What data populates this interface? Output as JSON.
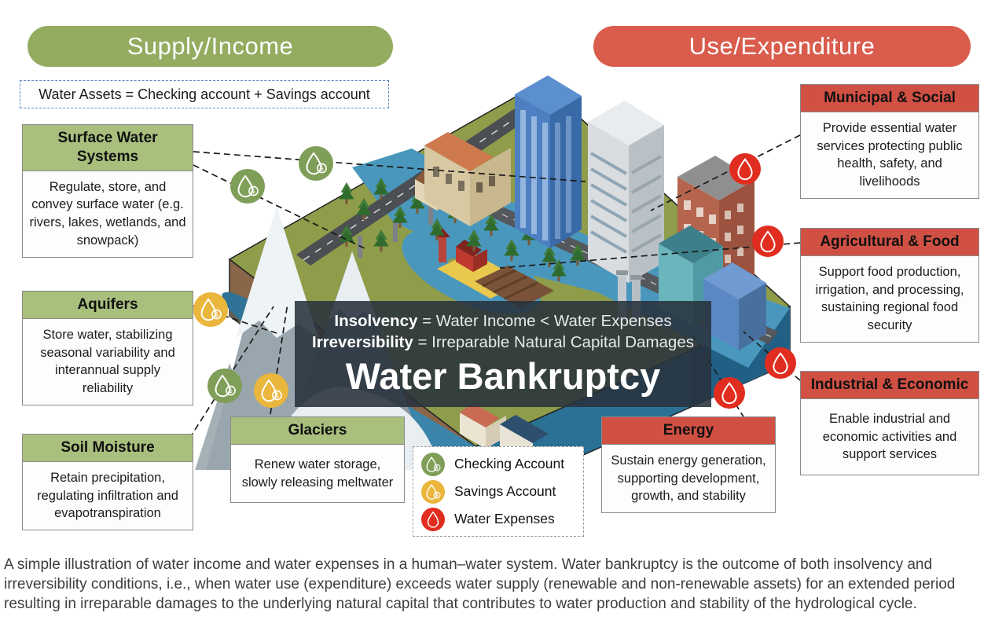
{
  "pills": {
    "supply": "Supply/Income",
    "use": "Use/Expenditure"
  },
  "assets_note": "Water Assets = Checking account + Savings account",
  "supply_boxes": [
    {
      "title": "Surface Water Systems",
      "body": "Regulate, store, and convey surface water (e.g. rivers, lakes, wetlands, and snowpack)"
    },
    {
      "title": "Aquifers",
      "body": "Store water, stabilizing seasonal variability and interannual supply reliability"
    },
    {
      "title": "Soil Moisture",
      "body": "Retain precipitation, regulating infiltration and evapotranspiration"
    },
    {
      "title": "Glaciers",
      "body": "Renew water storage, slowly releasing meltwater"
    }
  ],
  "use_boxes": [
    {
      "title": "Municipal & Social",
      "body": "Provide essential water services protecting public health, safety, and livelihoods"
    },
    {
      "title": "Agricultural & Food",
      "body": "Support food production, irrigation, and processing, sustaining regional food security"
    },
    {
      "title": "Industrial & Economic",
      "body": "Enable industrial and economic activities and support services"
    },
    {
      "title": "Energy",
      "body": "Sustain energy generation, supporting development, growth, and stability"
    }
  ],
  "overlay": {
    "line1_term": "Insolvency",
    "line1_rest": " = Water Income < Water Expenses",
    "line2_term": "Irreversibility",
    "line2_rest": " = Irreparable Natural Capital Damages",
    "title": "Water Bankruptcy"
  },
  "legend": {
    "items": [
      {
        "icon": "checking-account-droplet-icon",
        "label": "Checking Account",
        "color": "#7f9e58"
      },
      {
        "icon": "savings-account-droplet-icon",
        "label": "Savings Account",
        "color": "#eab63c"
      },
      {
        "icon": "water-expenses-droplet-icon",
        "label": "Water Expenses",
        "color": "#e02d1f"
      }
    ]
  },
  "caption": "A simple illustration of water income and water expenses in a human–water system. Water bankruptcy is the outcome of both insolvency and irreversibility conditions, i.e., when water use (expenditure) exceeds water supply (renewable and non-renewable assets) for an extended period resulting in irreparable damages to the underlying natural capital that contributes to water production and stability of the hydrological cycle.",
  "colors": {
    "supply_green": "#93ac60",
    "box_header_green": "#a9bf7e",
    "use_red": "#d95c4d",
    "box_header_red": "#d05043",
    "checking_green": "#7f9e58",
    "savings_yellow": "#eab63c",
    "expenses_red": "#e02d1f",
    "assets_border_blue": "#5b87c5",
    "land_green": "#8f9c4a",
    "water_blue": "#4a97bd"
  }
}
